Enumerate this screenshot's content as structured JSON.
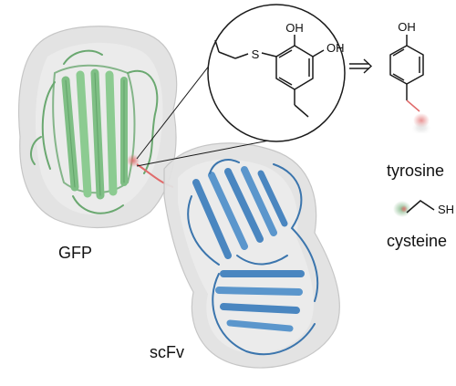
{
  "labels": {
    "gfp": "GFP",
    "scfv": "scFv",
    "tyrosine": "tyrosine",
    "cysteine": "cysteine"
  },
  "chemistry": {
    "hydroxyl_top": "OH",
    "hydroxyl_right": "OH",
    "sulfur": "S",
    "tyrosine_hydroxyl": "OH",
    "cysteine_thiol": "SH"
  },
  "colors": {
    "gfp_ribbon": "#7fbf85",
    "scfv_ribbon": "#4a86c0",
    "surface": "#d9d9d9",
    "crosslink": "#e06b6b",
    "bond": "#1a1a1a"
  },
  "icons": {
    "arrow": "double-bar-right-arrow"
  }
}
